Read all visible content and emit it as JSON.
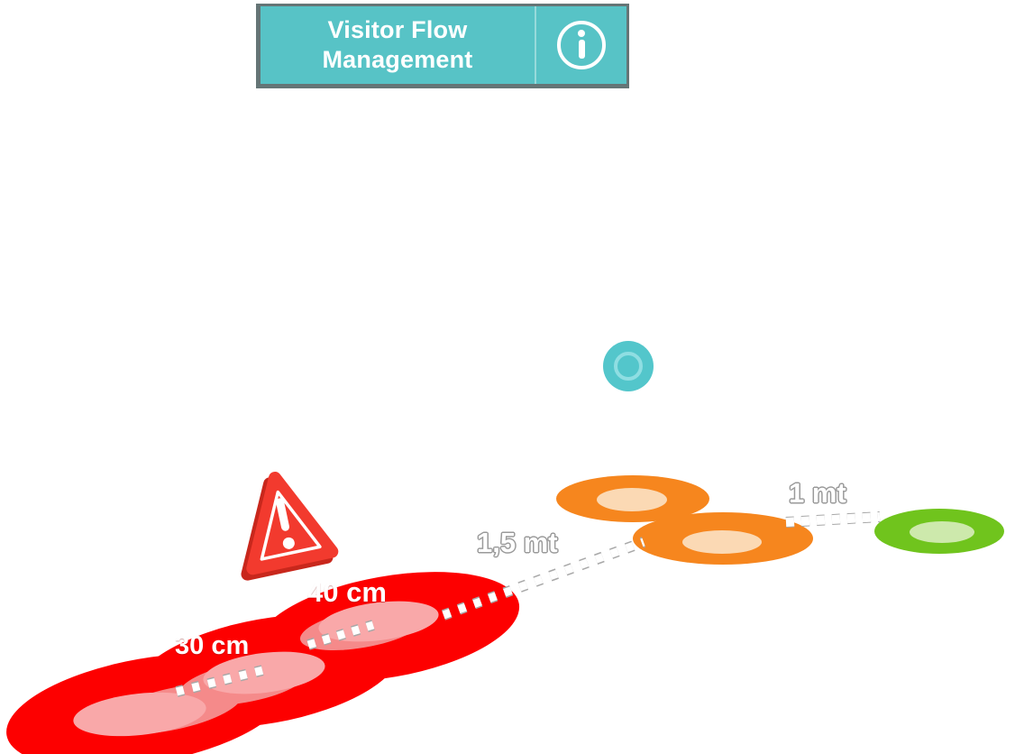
{
  "header": {
    "title_line1": "Visitor Flow",
    "title_line2": "Management",
    "info_icon": "circled-i"
  },
  "distance_labels": {
    "red_close": "30 cm",
    "red_mid": "40 cm",
    "orange": "1,5 mt",
    "green": "1 mt"
  },
  "icons": {
    "warning": "warning-triangle-exclamation",
    "visitor_marker": "teal-ring-dot",
    "info": "circled-i"
  },
  "colors": {
    "header_teal": "#57C3C6",
    "header_border": "#657576",
    "zone_red": "#FD0000",
    "zone_red_inner": "#F9A8A9",
    "zone_red_inner_shade": "#F58A8A",
    "zone_orange": "#F6861E",
    "zone_orange_inner": "#FBD9B4",
    "zone_green": "#70C41D",
    "zone_green_inner": "#CDE9AC",
    "marker_teal": "#53C6CB",
    "marker_ring": "#8FDEE2",
    "warning_red": "#F23A2E",
    "warning_red_dark": "#C8271C",
    "dotted_line": "#FFFFFF",
    "dotted_line_edge": "#A8A8A8",
    "label_text": "#FFFFFF"
  }
}
